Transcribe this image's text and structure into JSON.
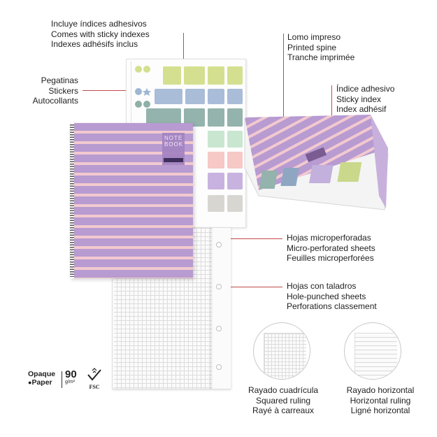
{
  "labels": {
    "indexes": [
      "Incluye índices adhesivos",
      "Comes with sticky indexes",
      "Indexes adhésifs inclus"
    ],
    "spine": [
      "Lomo impreso",
      "Printed spine",
      "Tranche imprimée"
    ],
    "stickers": [
      "Pegatinas",
      "Stickers",
      "Autocollants"
    ],
    "sticky_index": [
      "Índice adhesivo",
      "Sticky index",
      "Index adhésif"
    ],
    "microperforated": [
      "Hojas microperforadas",
      "Micro-perforated sheets",
      "Feuilles microperforées"
    ],
    "hole_punched": [
      "Hojas con taladros",
      "Hole-punched sheets",
      "Perforations classement"
    ],
    "squared": [
      "Rayado cuadrícula",
      "Squared ruling",
      "Rayé à carreaux"
    ],
    "horizontal": [
      "Rayado horizontal",
      "Horizontal ruling",
      "Ligné horizontal"
    ]
  },
  "cover": {
    "title_line1": "NOTE",
    "title_line2": "BOOK"
  },
  "badges": {
    "opaque_line1": "Opaque",
    "opaque_line2": "Paper",
    "weight": "90",
    "weight_unit": "g/m²",
    "fsc": "FSC"
  },
  "colors": {
    "accent_line": "#c44a4a",
    "cover_purple": "#b79bd1",
    "cover_stripe": "#f2c9cf"
  }
}
